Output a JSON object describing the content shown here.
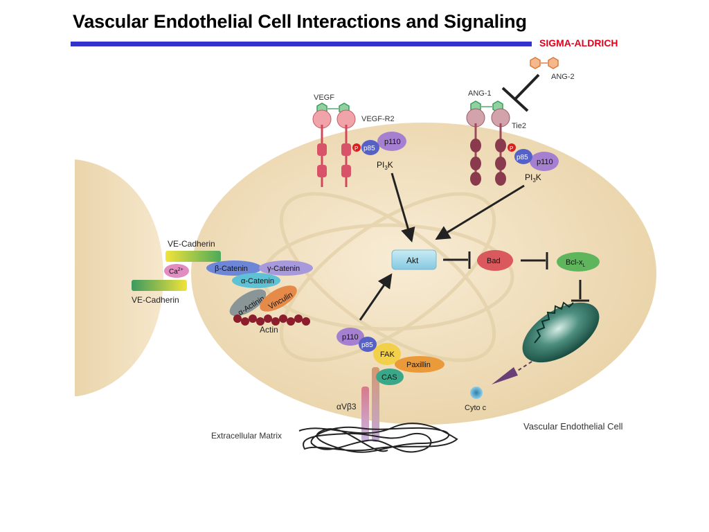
{
  "header": {
    "title": "Vascular Endothelial Cell Interactions and Signaling",
    "brand": "SIGMA-ALDRICH"
  },
  "diagram": {
    "labels": {
      "ang2": "ANG-2",
      "ang1": "ANG-1",
      "tie2": "Tie2",
      "vegf": "VEGF",
      "vegfr2": "VEGF-R2",
      "p": "P",
      "p85": "p85",
      "p110": "p110",
      "pi3k_main": "PI",
      "pi3k_sub": "3",
      "pi3k_tail": "K",
      "ve_cadherin": "VE-Cadherin",
      "ca_main": "Ca",
      "ca_sup": "2+",
      "beta_catenin": "β-Catenin",
      "gamma_catenin": "γ-Catenin",
      "alpha_catenin": "α-Catenin",
      "alpha_actinin": "α-Actinin",
      "vinculin": "Vinculin",
      "actin": "Actin",
      "akt": "Akt",
      "bad": "Bad",
      "bclx_main": "Bcl-x",
      "bclx_sub": "L",
      "fak": "FAK",
      "paxillin": "Paxillin",
      "cas": "CAS",
      "integrin": "αVβ3",
      "cyto_c": "Cyto c",
      "ecm": "Extracellular Matrix",
      "cell": "Vascular Endothelial Cell"
    },
    "colors": {
      "cell_fill": "#f0dfbd",
      "p110": "#a57fd0",
      "p85": "#5561c6",
      "phospho": "#d92020",
      "akt": "#9dd7e8",
      "bad": "#d9595d",
      "bclx": "#5fb55c",
      "mitochondrion": "#1e5f50",
      "fak": "#f2d04a",
      "paxillin": "#eb9a3a",
      "cas": "#3aa888",
      "vinculin": "#e68a4a",
      "alpha_actinin": "#8a9598",
      "actin": "#8b1d2c",
      "title_rule": "#3333cc",
      "brand": "#e3001b"
    }
  }
}
